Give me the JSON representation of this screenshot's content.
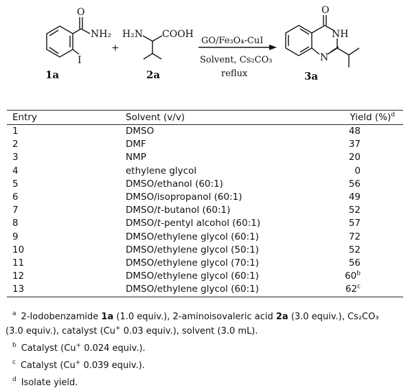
{
  "scheme": {
    "reactant1": {
      "label": "1a",
      "o": "O",
      "nh2": "NH₂",
      "i": "I"
    },
    "plus": "+",
    "reactant2": {
      "label": "2a",
      "h2n": "H₂N",
      "cooh": "COOH"
    },
    "conditions": {
      "line1": "GO/Fe₃O₄-CuI",
      "line2": "Solvent, Cs₂CO₃",
      "line3": "reflux"
    },
    "product": {
      "label": "3a",
      "o": "O",
      "nh": "NH",
      "n": "N"
    }
  },
  "table": {
    "headers": {
      "entry": "Entry",
      "solvent": "Solvent (v/v)",
      "yield": "Yield (%)",
      "yield_note": "d"
    },
    "rows": [
      {
        "entry": "1",
        "solvent": "DMSO",
        "yield": "48",
        "note": ""
      },
      {
        "entry": "2",
        "solvent": "DMF",
        "yield": "37",
        "note": ""
      },
      {
        "entry": "3",
        "solvent": "NMP",
        "yield": "20",
        "note": ""
      },
      {
        "entry": "4",
        "solvent": "ethylene glycol",
        "yield": "0",
        "note": ""
      },
      {
        "entry": "5",
        "solvent": "DMSO/ethanol (60:1)",
        "yield": "56",
        "note": ""
      },
      {
        "entry": "6",
        "solvent": "DMSO/isopropanol (60:1)",
        "yield": "49",
        "note": ""
      },
      {
        "entry": "7",
        "solvent_pre": "DMSO/",
        "solvent_it": "t",
        "solvent_post": "-butanol (60:1)",
        "yield": "52",
        "note": ""
      },
      {
        "entry": "8",
        "solvent_pre": "DMSO/",
        "solvent_it": "t",
        "solvent_post": "-pentyl alcohol (60:1)",
        "yield": "57",
        "note": ""
      },
      {
        "entry": "9",
        "solvent": "DMSO/ethylene glycol (60:1)",
        "yield": "72",
        "note": ""
      },
      {
        "entry": "10",
        "solvent": "DMSO/ethylene glycol (50:1)",
        "yield": "52",
        "note": ""
      },
      {
        "entry": "11",
        "solvent": "DMSO/ethylene glycol (70:1)",
        "yield": "56",
        "note": ""
      },
      {
        "entry": "12",
        "solvent": "DMSO/ethylene glycol (60:1)",
        "yield": "60",
        "note": "b"
      },
      {
        "entry": "13",
        "solvent": "DMSO/ethylene glycol (60:1)",
        "yield": "62",
        "note": "c"
      }
    ]
  },
  "footnotes": {
    "a": {
      "mark": "a",
      "t1": "2-Iodobenzamide ",
      "b1": "1a",
      "t2": " (1.0 equiv.), 2-aminoisovaleric acid ",
      "b2": "2a",
      "t3": " (3.0 equiv.), Cs₂CO₃",
      "t4": "(3.0 equiv.), catalyst (Cu",
      "sup": "+",
      "t5": " 0.03 equiv.), solvent (3.0 mL)."
    },
    "b": {
      "mark": "b",
      "t1": "Catalyst (Cu",
      "sup": "+",
      "t2": " 0.024 equiv.)."
    },
    "c": {
      "mark": "c",
      "t1": "Catalyst (Cu",
      "sup": "+",
      "t2": " 0.039 equiv.)."
    },
    "d": {
      "mark": "d",
      "t1": "Isolate yield."
    }
  }
}
